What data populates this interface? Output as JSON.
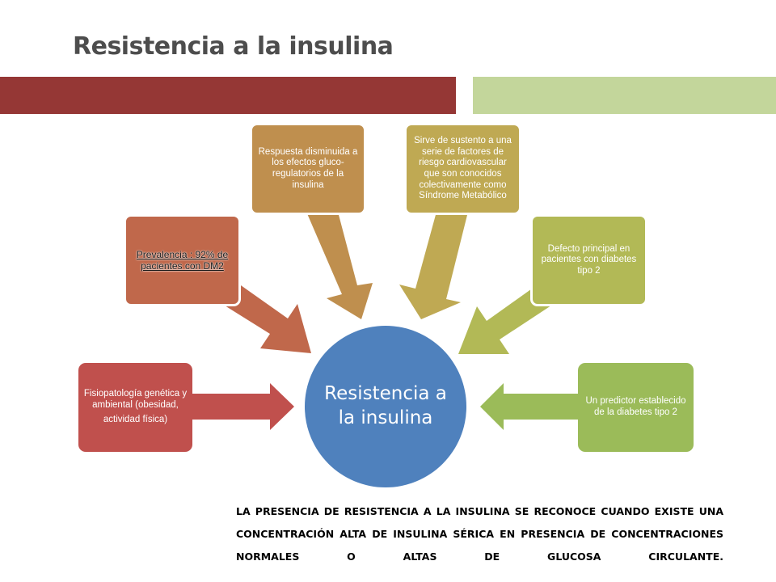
{
  "slide": {
    "title": "Resistencia a la insulina"
  },
  "colors": {
    "header_bar_left": "#953735",
    "header_bar_right": "#c3d69b",
    "center": "#4f81bd",
    "nodes": [
      "#c0504d",
      "#c0684b",
      "#bf8f4e",
      "#bfa953",
      "#b2b956",
      "#9bbb59"
    ]
  },
  "diagram": {
    "center_label": "Resistencia a la insulina",
    "nodes": [
      {
        "line1": "Fisiopatología genética y ambiental (obesidad,",
        "line2": "actividad física)"
      },
      {
        "label": "Prevalencia : 92% de pacientes con DM2"
      },
      {
        "label": "Respuesta disminuida a los efectos gluco-regulatorios de la insulina"
      },
      {
        "label": "Sirve de sustento a una serie de factores de riesgo cardiovascular que son conocidos colectivamente como Síndrome Metabólico"
      },
      {
        "label": "Defecto principal en pacientes con diabetes tipo 2"
      },
      {
        "label": "Un predictor establecido de la diabetes tipo 2"
      }
    ]
  },
  "caption": {
    "text": "LA  PRESENCIA DE RESISTENCIA A LA INSULINA SE RECONOCE CUANDO EXISTE UNA CONCENTRACIÓN ALTA DE INSULINA SÉRICA EN PRESENCIA DE CONCENTRACIONES NORMALES O ALTAS DE GLUCOSA CIRCULANTE."
  }
}
